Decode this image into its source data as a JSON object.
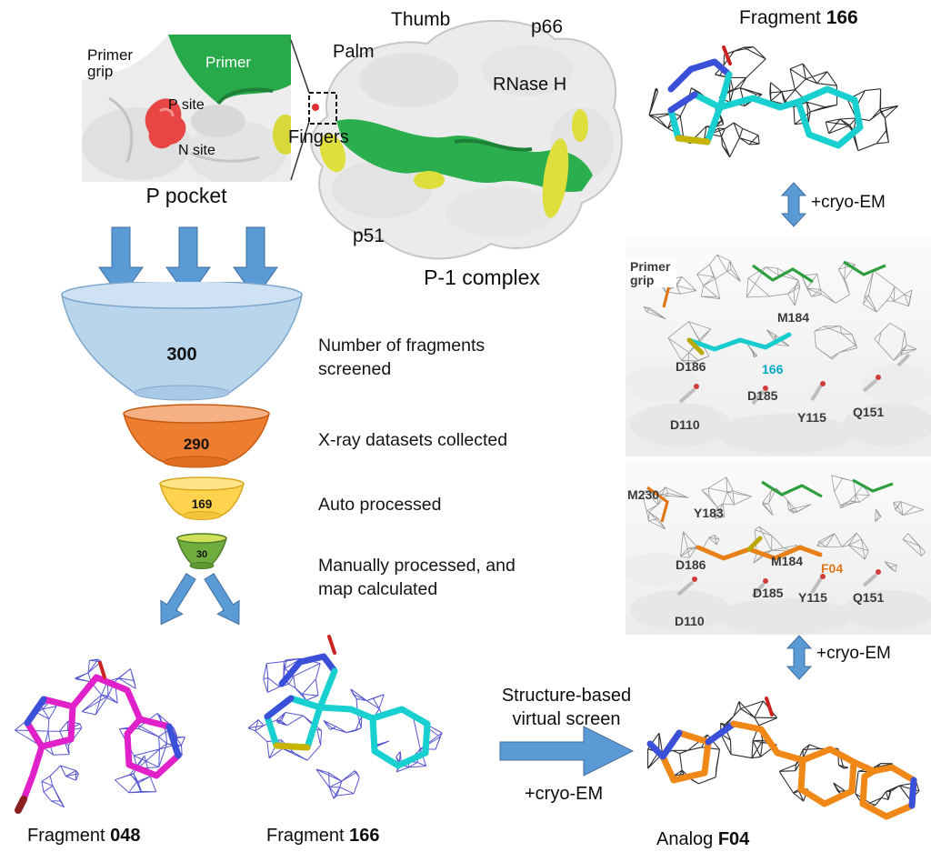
{
  "figure": {
    "top": {
      "inset": {
        "caption": "P pocket",
        "labels": {
          "primer_grip": "Primer grip",
          "primer": "Primer",
          "p_site": "P site",
          "n_site": "N site"
        }
      },
      "complex": {
        "caption": "P-1 complex",
        "labels": {
          "thumb": "Thumb",
          "palm": "Palm",
          "p66": "p66",
          "rnase_h": "RNase H",
          "fingers": "Fingers",
          "p51": "p51"
        }
      }
    },
    "funnel": {
      "stages": [
        {
          "value": "300",
          "label": "Number of fragments screened"
        },
        {
          "value": "290",
          "label": "X-ray datasets collected"
        },
        {
          "value": "169",
          "label": "Auto processed"
        },
        {
          "value": "30",
          "label": "Manually processed, and map calculated"
        }
      ]
    },
    "fragments": {
      "f048": {
        "prefix": "Fragment ",
        "id": "048"
      },
      "f166_bottom": {
        "prefix": "Fragment ",
        "id": "166"
      },
      "f166_title": {
        "prefix": "Fragment ",
        "id": "166"
      },
      "analog_f04": {
        "prefix": "Analog ",
        "id": "F04"
      }
    },
    "workflow": {
      "virtual_screen": "Structure-based virtual screen",
      "cryo_em_bottom": "+cryo-EM",
      "cryo_em_right_top": "+cryo-EM",
      "cryo_em_right_bottom": "+cryo-EM"
    },
    "density": {
      "panel1": {
        "primer_grip": "Primer grip",
        "m184": "M184",
        "d186": "D186",
        "frag": "166",
        "d185": "D185",
        "d110": "D110",
        "y115": "Y115",
        "q151": "Q151"
      },
      "panel2": {
        "m230": "M230",
        "y183": "Y183",
        "d186": "D186",
        "m184": "M184",
        "frag": "F04",
        "d185": "D185",
        "d110": "D110",
        "y115": "Y115",
        "q151": "Q151"
      }
    },
    "colors": {
      "arrow_blue": "#5b9bd5",
      "funnel_stage1": "#b9d5ec",
      "funnel_stage2": "#ed7d31",
      "funnel_stage3": "#ffd34d",
      "funnel_stage4": "#6fae3e",
      "surface_green": "#2bae4e",
      "surface_yellow": "#dede3c",
      "pocket_red": "#e84545",
      "stick_magenta": "#e020c8",
      "stick_cyan": "#18d0d0",
      "stick_orange": "#f08818",
      "mesh_xray_blue": "#4343c9",
      "mesh_cryo_black": "#161616"
    }
  }
}
